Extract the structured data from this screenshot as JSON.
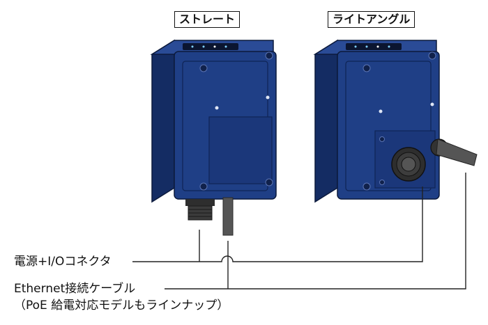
{
  "labels": {
    "straight": "ストレート",
    "right_angle": "ライトアングル"
  },
  "callouts": {
    "power_io": "電源+I/Oコネクタ",
    "ethernet_line1": "Ethernet接続ケーブル",
    "ethernet_line2": "（PoE 給電対応モデルもラインナップ）"
  },
  "colors": {
    "housing_front": "#1f3f86",
    "housing_side": "#142c63",
    "housing_top": "#2a4b96",
    "connector": "#3b3b3b",
    "cable": "#555555",
    "line": "#222222"
  }
}
